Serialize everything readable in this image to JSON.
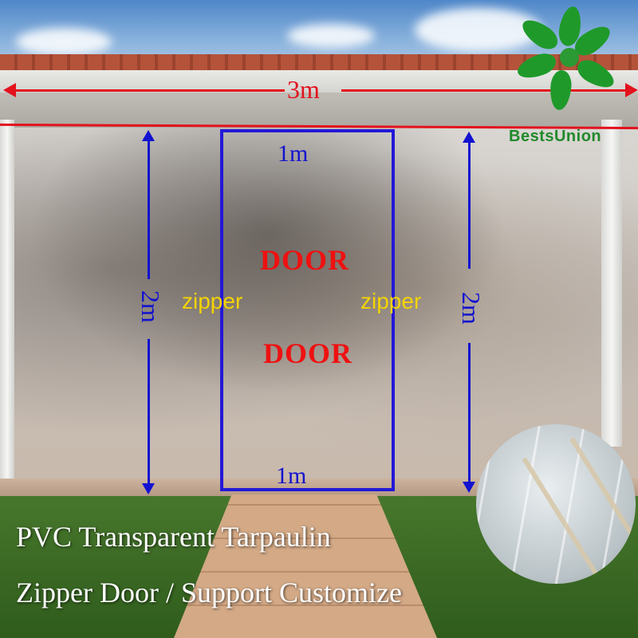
{
  "image": {
    "top_dimension": "3m",
    "door_top_width": "1m",
    "door_bottom_width": "1m",
    "left_height": "2m",
    "right_height": "2m",
    "door_label_top": "DOOR",
    "door_label_bottom": "DOOR",
    "zipper_left": "zipper",
    "zipper_right": "zipper",
    "caption_line1": "PVC Transparent Tarpaulin",
    "caption_line2": "Zipper Door / Support Customize",
    "logo_text": "BestsUnion",
    "logo_icon": "leaf-icon",
    "colors": {
      "dimension_red": "#e3121d",
      "dimension_blue": "#1212d0",
      "door_red": "#ee1111",
      "zipper_yellow": "#f4d400",
      "logo_green": "#208a2c"
    }
  }
}
